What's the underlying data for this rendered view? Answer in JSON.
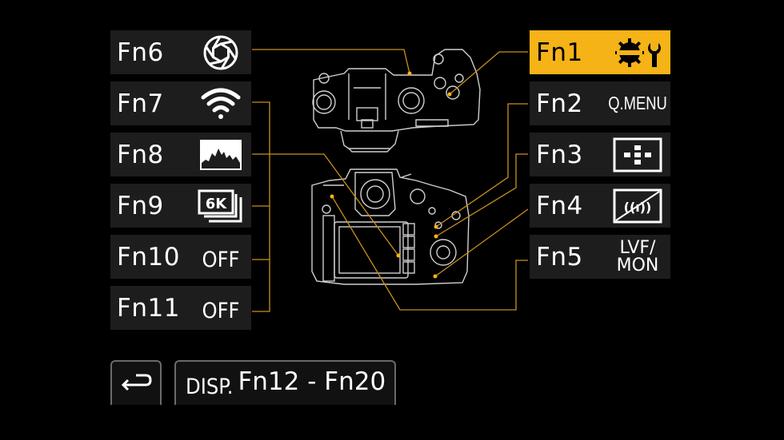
{
  "left_buttons": [
    {
      "label": "Fn6",
      "icon": "shutter-aperture-icon"
    },
    {
      "label": "Fn7",
      "icon": "wifi-icon"
    },
    {
      "label": "Fn8",
      "icon": "histogram-icon"
    },
    {
      "label": "Fn9",
      "icon": "6k-photo-icon",
      "icon_text": "6K"
    },
    {
      "label": "Fn10",
      "icon_text": "OFF"
    },
    {
      "label": "Fn11",
      "icon_text": "OFF"
    }
  ],
  "right_buttons": [
    {
      "label": "Fn1",
      "icon": "setting-wrench-icon",
      "selected": true
    },
    {
      "label": "Fn2",
      "icon_text": "Q.MENU"
    },
    {
      "label": "Fn3",
      "icon": "af-area-icon"
    },
    {
      "label": "Fn4",
      "icon": "silent-mode-icon",
      "icon_text": "((ı))"
    },
    {
      "label": "Fn5",
      "icon_text_line1": "LVF/",
      "icon_text_line2": "MON"
    }
  ],
  "bottom": {
    "back_icon": "return-arrow-icon",
    "disp_tag": "DISP.",
    "range_label": "Fn12 - Fn20"
  },
  "colors": {
    "accent": "#f5b317",
    "button_bg": "#1d1d1d",
    "leader_line": "#c8911e"
  }
}
